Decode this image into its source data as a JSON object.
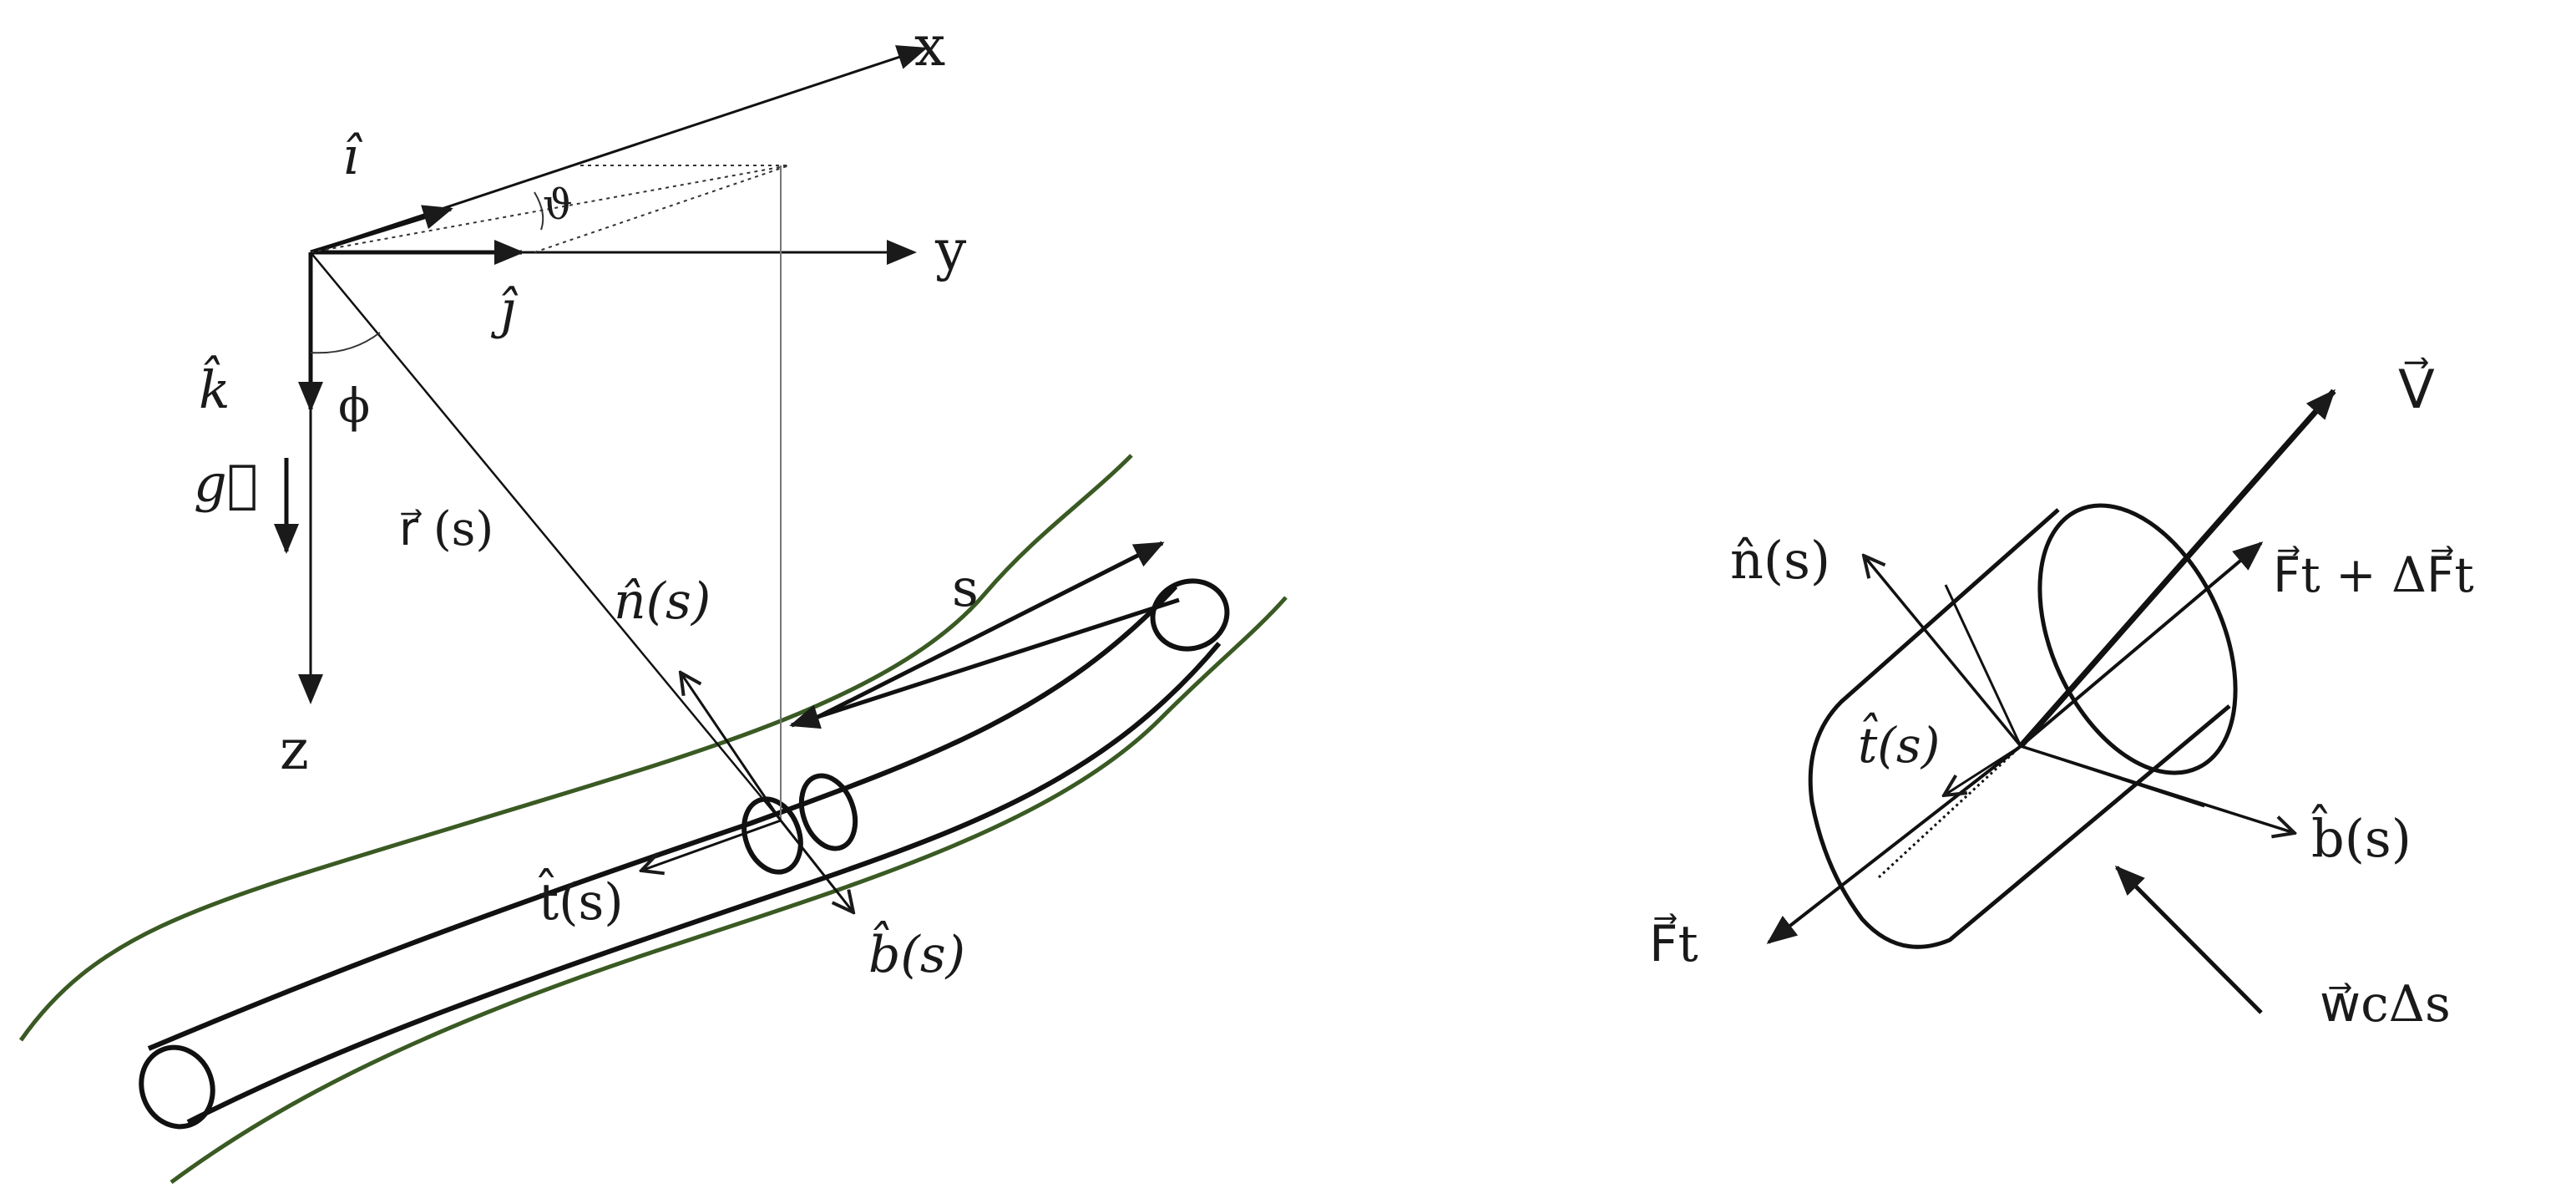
{
  "diagram": {
    "left": {
      "axis_x": "x",
      "axis_y": "y",
      "axis_z": "z",
      "unit_i": "î",
      "unit_j": "ĵ",
      "unit_k": "k̂",
      "gravity": "g⃗",
      "angle_theta": "ϑ",
      "angle_phi": "ϕ",
      "position_vector": "r⃗ (s)",
      "arc_length": "s",
      "normal": "n̂(s)",
      "tangent": "t̂(s)",
      "binormal": "b̂(s)"
    },
    "right": {
      "velocity": "V⃗",
      "normal": "n̂(s)",
      "tangent": "t̂(s)",
      "binormal": "b̂(s)",
      "force_front": "F⃗t + ΔF⃗t",
      "force_back": "F⃗t",
      "distributed_weight": "w⃗cΔs"
    },
    "colors": {
      "ink": "#1a1a1a",
      "wellbore": "#3a5a23"
    }
  }
}
